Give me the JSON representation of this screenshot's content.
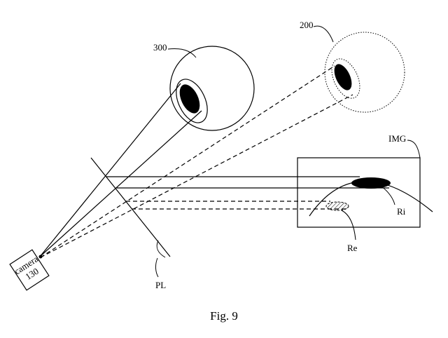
{
  "labels": {
    "eye_real": "300",
    "eye_virtual": "200",
    "image_frame": "IMG",
    "image_real": "Ri",
    "image_reflect": "Re",
    "plate": "PL",
    "camera_line1": "camera",
    "camera_line2": "130"
  },
  "caption": "Fig. 9"
}
